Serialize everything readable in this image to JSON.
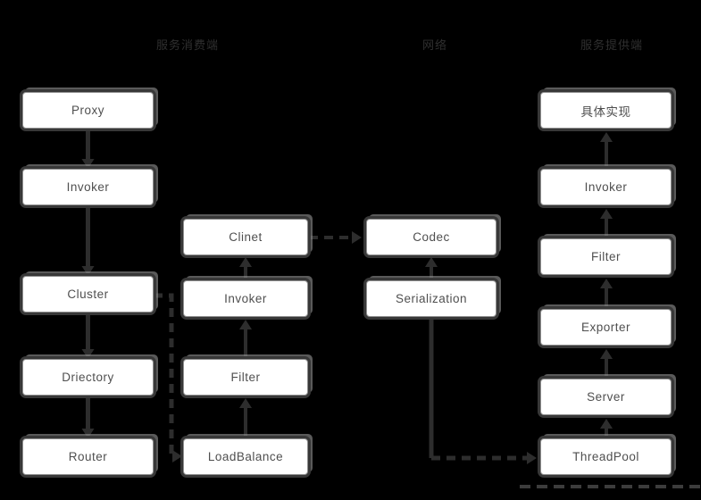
{
  "headers": {
    "consumer": "服务消费端",
    "network": "网络",
    "provider": "服务提供端"
  },
  "boxes": {
    "proxy": "Proxy",
    "consumer_invoker": "Invoker",
    "cluster": "Cluster",
    "driectory": "Driectory",
    "router": "Router",
    "clinet": "Clinet",
    "invocation_invoker": "Invoker",
    "invocation_filter": "Filter",
    "loadbalance": "LoadBalance",
    "codec": "Codec",
    "serialization": "Serialization",
    "impl": "具体实现",
    "provider_invoker": "Invoker",
    "provider_filter": "Filter",
    "exporter": "Exporter",
    "server": "Server",
    "threadpool": "ThreadPool"
  },
  "colors": {
    "background": "#000000",
    "box_fill": "#ffffff",
    "box_inner_border": "#8f8f8f",
    "box_outer_frame": "#383838",
    "box_shadow": "#969696",
    "box_text": "#4f4f4f",
    "header_text": "#2f2f2f",
    "connector": "#2d2d2d",
    "dashed_decor": "#3c3c3c"
  }
}
